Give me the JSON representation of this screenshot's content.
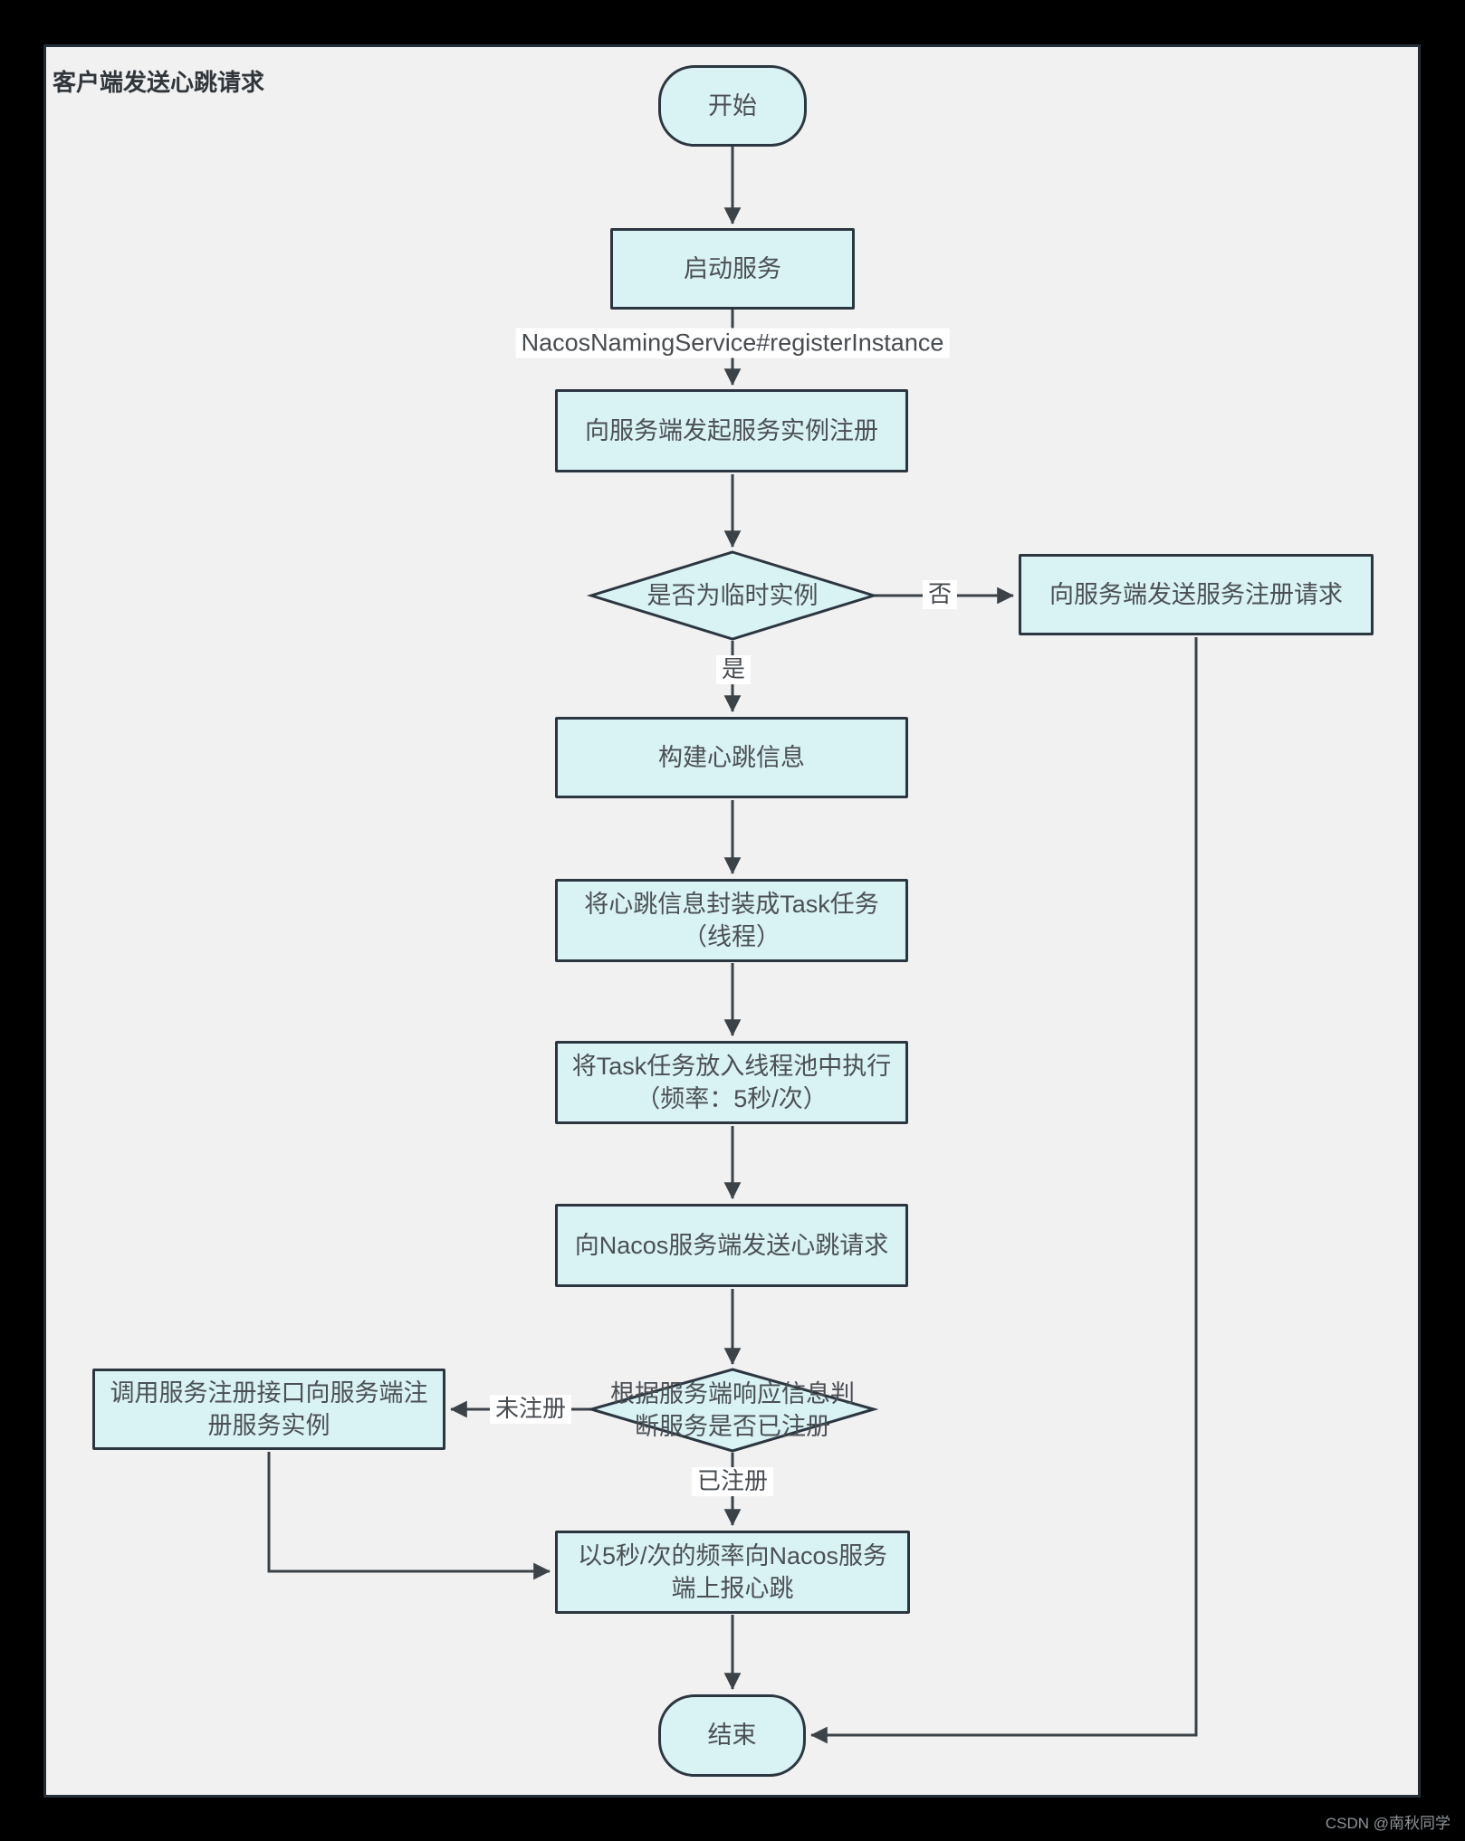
{
  "diagram": {
    "title": "客户端发送心跳请求",
    "watermark": "CSDN @南秋同学"
  },
  "nodes": {
    "start": "开始",
    "start_service": "启动服务",
    "register_instance": "向服务端发起服务实例注册",
    "is_ephemeral": "是否为临时实例",
    "send_register_request": "向服务端发送服务注册请求",
    "build_heartbeat": "构建心跳信息",
    "wrap_task": "将心跳信息封装成Task任务\n（线程）",
    "schedule_task": "将Task任务放入线程池中执行\n（频率：5秒/次）",
    "send_heartbeat": "向Nacos服务端发送心跳请求",
    "check_registered": "根据服务端响应信息判\n断服务是否已注册",
    "call_register_api": "调用服务注册接口向服务端注\n册服务实例",
    "report_heartbeat": "以5秒/次的频率向Nacos服务\n端上报心跳",
    "end": "结束"
  },
  "edge_labels": {
    "method": "NacosNamingService#registerInstance",
    "no": "否",
    "yes": "是",
    "not_registered": "未注册",
    "registered": "已注册"
  },
  "colors": {
    "page_bg": "#000000",
    "panel_bg": "#f1f1f2",
    "panel_border": "#242e38",
    "node_fill": "#d9f2f3",
    "node_border": "#2c3640",
    "line": "#3b4248",
    "text": "#4b5055",
    "watermark": "#8f9499"
  }
}
